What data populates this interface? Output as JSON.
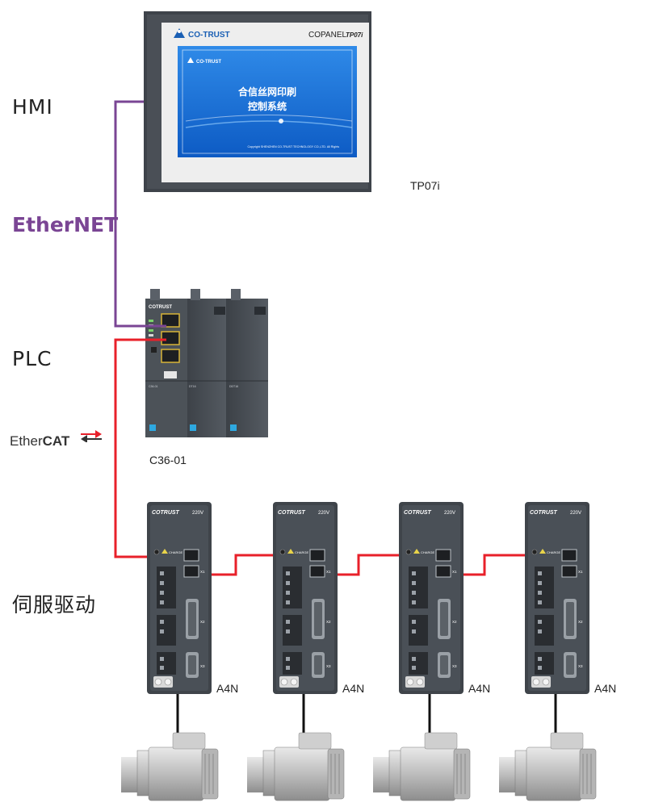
{
  "labels": {
    "hmi": "HMI",
    "ethernet": "EtherNET",
    "plc": "PLC",
    "ethercat_prefix": "Ether",
    "ethercat_suffix": "CAT",
    "servo_section": "伺服驱动",
    "hmi_model": "TP07i",
    "plc_model": "C36-01"
  },
  "hmi": {
    "brand": "CO-TRUST",
    "panel_name": "COPANEL",
    "panel_model": "TP07i",
    "screen_brand": "CO-TRUST",
    "screen_title_line1": "合信丝网印刷",
    "screen_title_line2": "控制系统",
    "screen_copyright": "Copyright SHENZHEN CO-TRUST TECHNOLOGY CO.,LTD. All Rights"
  },
  "plc": {
    "brand": "COTRUST",
    "cpu_label": "C36-01",
    "module2_label": "DT16",
    "module3_label": "DDT16"
  },
  "drives": [
    {
      "brand": "COTRUST",
      "voltage": "220V",
      "model": "A4N",
      "charge": "CHARGE",
      "port_x1": "X1",
      "port_x2": "X2",
      "port_x3": "X3"
    },
    {
      "brand": "COTRUST",
      "voltage": "220V",
      "model": "A4N",
      "charge": "CHARGE",
      "port_x1": "X1",
      "port_x2": "X2",
      "port_x3": "X3"
    },
    {
      "brand": "COTRUST",
      "voltage": "220V",
      "model": "A4N",
      "charge": "CHARGE",
      "port_x1": "X1",
      "port_x2": "X2",
      "port_x3": "X3"
    },
    {
      "brand": "COTRUST",
      "voltage": "220V",
      "model": "A4N",
      "charge": "CHARGE",
      "port_x1": "X1",
      "port_x2": "X2",
      "port_x3": "X3"
    }
  ],
  "colors": {
    "ethernet_cable": "#7a4594",
    "ethercat_cable": "#e8202a",
    "device_body": "#4a4f55",
    "screen_blue": "#1a70d8",
    "ethercat_arrow": "#e8202a"
  }
}
